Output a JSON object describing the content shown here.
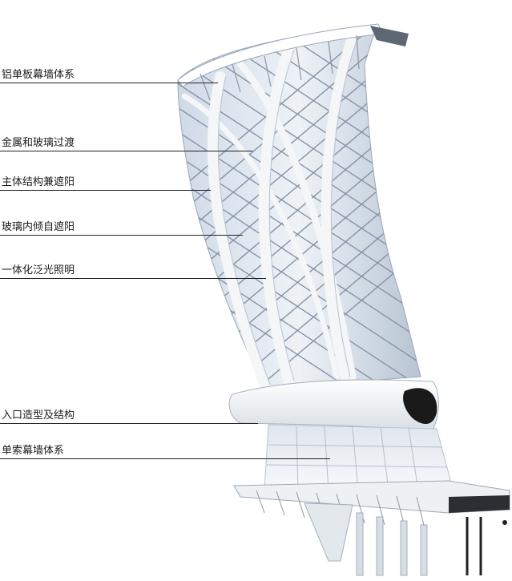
{
  "labels": [
    "铝单板幕墙体系",
    "金属和玻璃过渡",
    "主体结构兼遮阳",
    "玻璃内倾自遮阳",
    "一体化泛光照明",
    "入口造型及结构",
    "单索幕墙体系"
  ]
}
